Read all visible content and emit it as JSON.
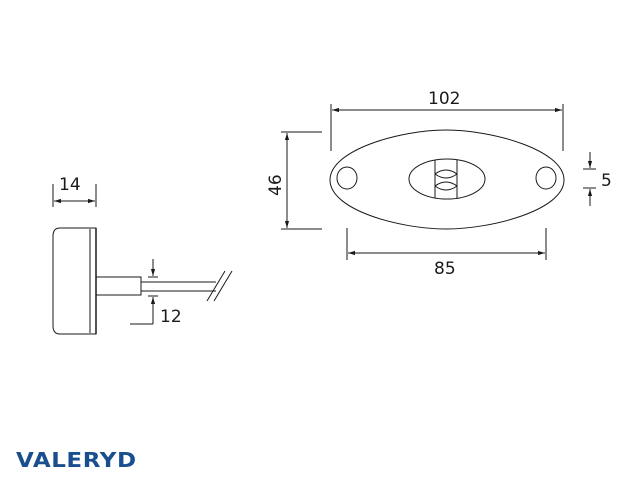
{
  "brand": {
    "logo_text": "VALERYD",
    "color": "#1a4f8f"
  },
  "diagram": {
    "type": "technical-drawing",
    "subject": "oval LED marker light with cable",
    "line_color": "#1a1a1a",
    "side_view": {
      "dimensions": {
        "depth": "14",
        "cable_diameter": "12"
      }
    },
    "front_view": {
      "dimensions": {
        "overall_width": "102",
        "height": "46",
        "hole_spacing": "85",
        "hole_diameter": "5"
      }
    }
  }
}
